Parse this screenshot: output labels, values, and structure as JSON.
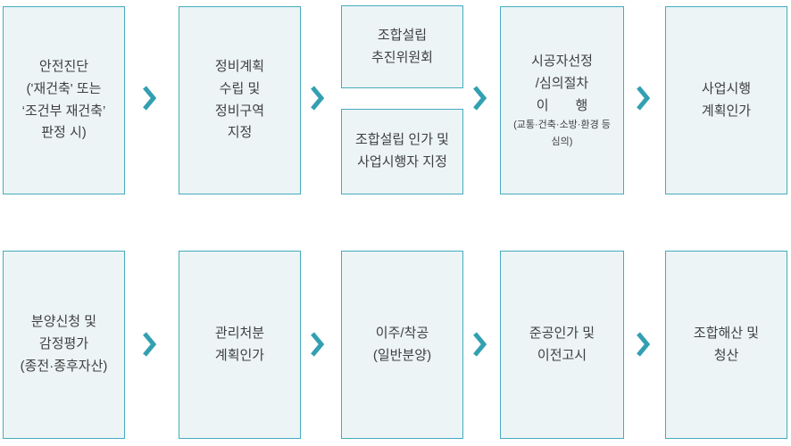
{
  "colors": {
    "box_bg": "#ecf4f6",
    "box_border": "#44acbc",
    "arrow_color": "#33a0b2",
    "text_color": "#3f3f3f"
  },
  "icons": {
    "arrow": "chevron-right"
  },
  "row1": {
    "box1": {
      "label": "안전진단\n('재건축' 또는\n‘조건부 재건축’\n판정 시)"
    },
    "box2": {
      "label": "정비계획\n수립 및\n정비구역\n지정"
    },
    "box3_top": {
      "label": "조합설립\n추진위원회"
    },
    "box3_bottom": {
      "label": "조합설립 인가 및\n사업시행자 지정"
    },
    "box4": {
      "label": "시공자선정\n/심의절차\n이　　행",
      "sublabel": "(교통·건축·소방·환경 등\n심의)"
    },
    "box5": {
      "label": "사업시행\n계획인가"
    }
  },
  "row2": {
    "box1": {
      "label": "분양신청 및\n감정평가\n(종전·종후자산)"
    },
    "box2": {
      "label": "관리처분\n계획인가"
    },
    "box3": {
      "label": "이주/착공\n(일반분양)"
    },
    "box4": {
      "label": "준공인가 및\n이전고시"
    },
    "box5": {
      "label": "조합해산 및\n청산"
    }
  }
}
